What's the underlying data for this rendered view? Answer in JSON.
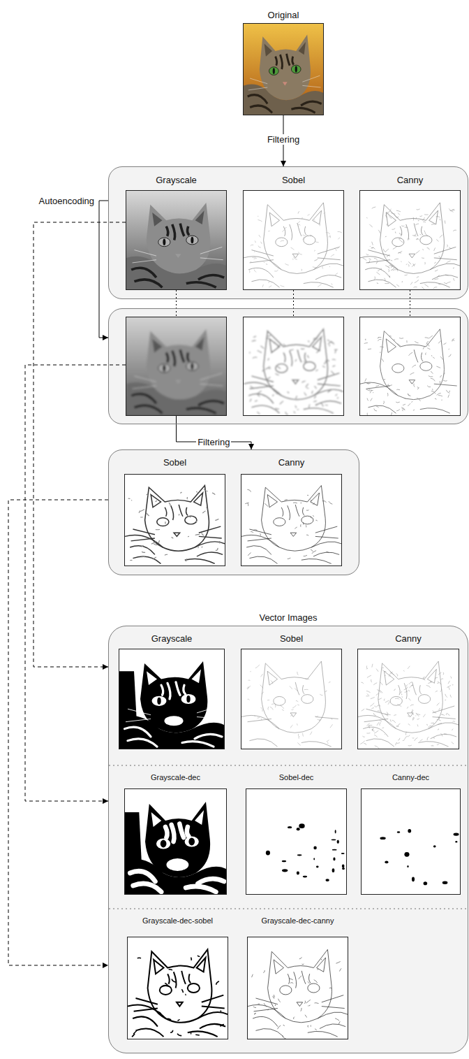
{
  "diagram": {
    "nodes": [
      {
        "text": [
          "Original"
        ]
      },
      {
        "text": []
      },
      {
        "text": [
          "Grayscale"
        ],
        "in": 1
      },
      {
        "text": [
          "Sobel"
        ],
        "in": 1
      },
      {
        "text": [
          "Canny"
        ],
        "in": 1
      },
      {
        "text": []
      },
      {
        "text": [],
        "in": 5
      },
      {
        "text": [],
        "in": 5
      },
      {
        "text": [],
        "in": 5
      },
      {
        "text": []
      },
      {
        "text": [
          "Sobel"
        ],
        "in": 9
      },
      {
        "text": [
          "Canny"
        ],
        "in": 9
      },
      {
        "text": [
          "Vector Images"
        ]
      },
      {
        "text": [
          "Grayscale"
        ],
        "in": 12
      },
      {
        "text": [
          "Sobel"
        ],
        "in": 12
      },
      {
        "text": [
          "Canny"
        ],
        "in": 12
      },
      {
        "text": [
          "Grayscale-dec"
        ],
        "in": 12
      },
      {
        "text": [
          "Sobel-dec"
        ],
        "in": 12
      },
      {
        "text": [
          "Canny-dec"
        ],
        "in": 12
      },
      {
        "text": [
          "Grayscale-dec-sobel"
        ],
        "in": 12
      },
      {
        "text": [
          "Grayscale-dec-canny"
        ],
        "in": 12
      }
    ],
    "edges": [
      {
        "from": 0,
        "to": 1,
        "label": "Filtering",
        "arrow": "to"
      },
      {
        "from": 1,
        "to": 5,
        "label": "Autoencoding",
        "arrow": "to"
      },
      {
        "from": 2,
        "to": 6,
        "arrow": "none"
      },
      {
        "from": 3,
        "to": 7,
        "arrow": "none"
      },
      {
        "from": 4,
        "to": 8,
        "arrow": "none"
      },
      {
        "from": 6,
        "to": 9,
        "label": "Filtering",
        "arrow": "to"
      },
      {
        "from": 2,
        "to": 12,
        "arrow": "to"
      },
      {
        "from": 6,
        "to": 12,
        "arrow": "to"
      },
      {
        "from": 9,
        "to": 12,
        "arrow": "to"
      }
    ]
  }
}
